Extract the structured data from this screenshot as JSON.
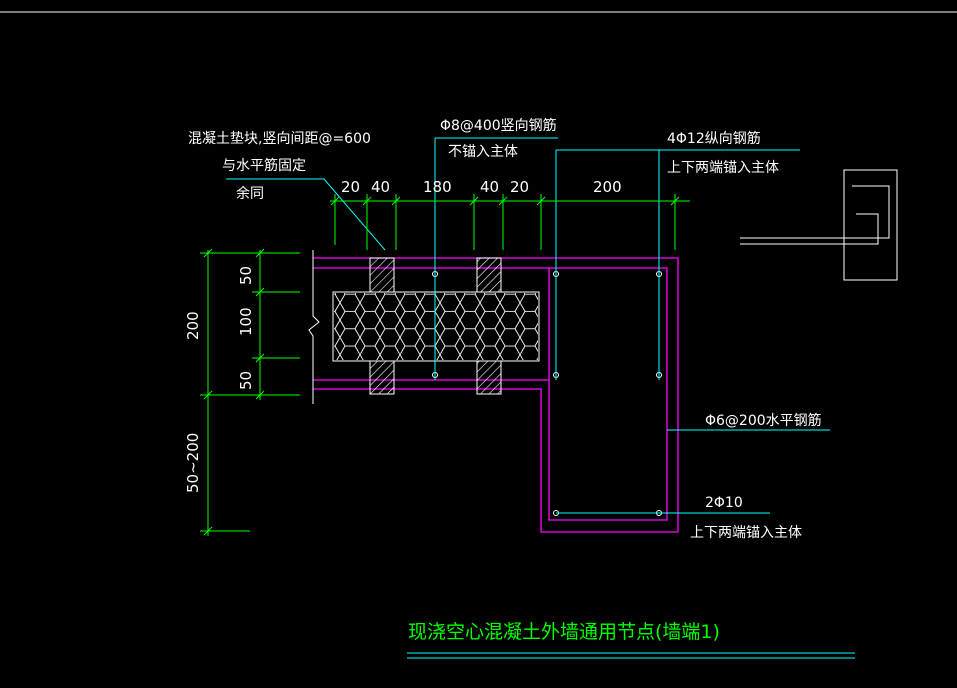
{
  "drawing": {
    "title": "现浇空心混凝土外墙通用节点(墙端1)",
    "annotations": {
      "pad_line1": "混凝土垫块,竖向间距@=600",
      "pad_line2": "与水平筋固定",
      "pad_line3": "余同",
      "vert_bar": "Φ8@400竖向钢筋",
      "vert_bar_note": "不锚入主体",
      "long_bar": "4Φ12纵向钢筋",
      "long_bar_note": "上下两端锚入主体",
      "horiz_bar": "Φ6@200水平钢筋",
      "bottom_bar": "2Φ10",
      "bottom_bar_note": "上下两端锚入主体"
    },
    "top_dims": [
      "20",
      "40",
      "180",
      "40",
      "20",
      "200"
    ],
    "left_dims": {
      "total": "200",
      "seg1": "50",
      "seg2": "100",
      "seg3": "50",
      "lower": "50~200"
    }
  },
  "colors": {
    "background": "#000000",
    "dimension": "#00ff00",
    "wall_outline": "#ff00ff",
    "leader": "#00ffff",
    "insulation": "#ffffff",
    "title": "#00ff00",
    "frame": "#ffffff"
  }
}
